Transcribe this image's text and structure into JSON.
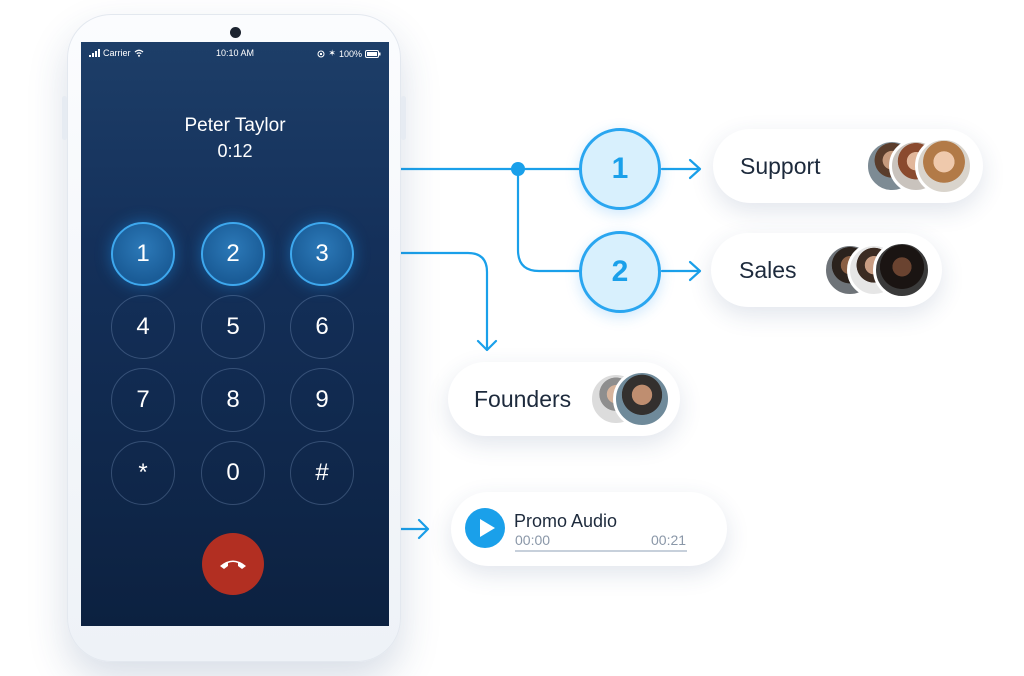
{
  "phone": {
    "status_bar": {
      "carrier": "Carrier",
      "time": "10:10 AM",
      "battery": "100%"
    },
    "caller_name": "Peter Taylor",
    "call_duration": "0:12",
    "keypad": [
      "1",
      "2",
      "3",
      "4",
      "5",
      "6",
      "7",
      "8",
      "9",
      "*",
      "0",
      "#"
    ],
    "highlighted_keys": [
      "1",
      "2",
      "3"
    ],
    "end_call_icon": "phone-hangup-icon"
  },
  "menu": {
    "badges": [
      "1",
      "2"
    ],
    "support": {
      "label": "Support"
    },
    "sales": {
      "label": "Sales"
    },
    "founders": {
      "label": "Founders"
    },
    "promo": {
      "label": "Promo Audio",
      "current_time": "00:00",
      "total_time": "00:21",
      "progress": 0
    }
  },
  "colors": {
    "accent": "#1aa0ea",
    "screen": "#14305a",
    "end_call": "#b22f22"
  }
}
